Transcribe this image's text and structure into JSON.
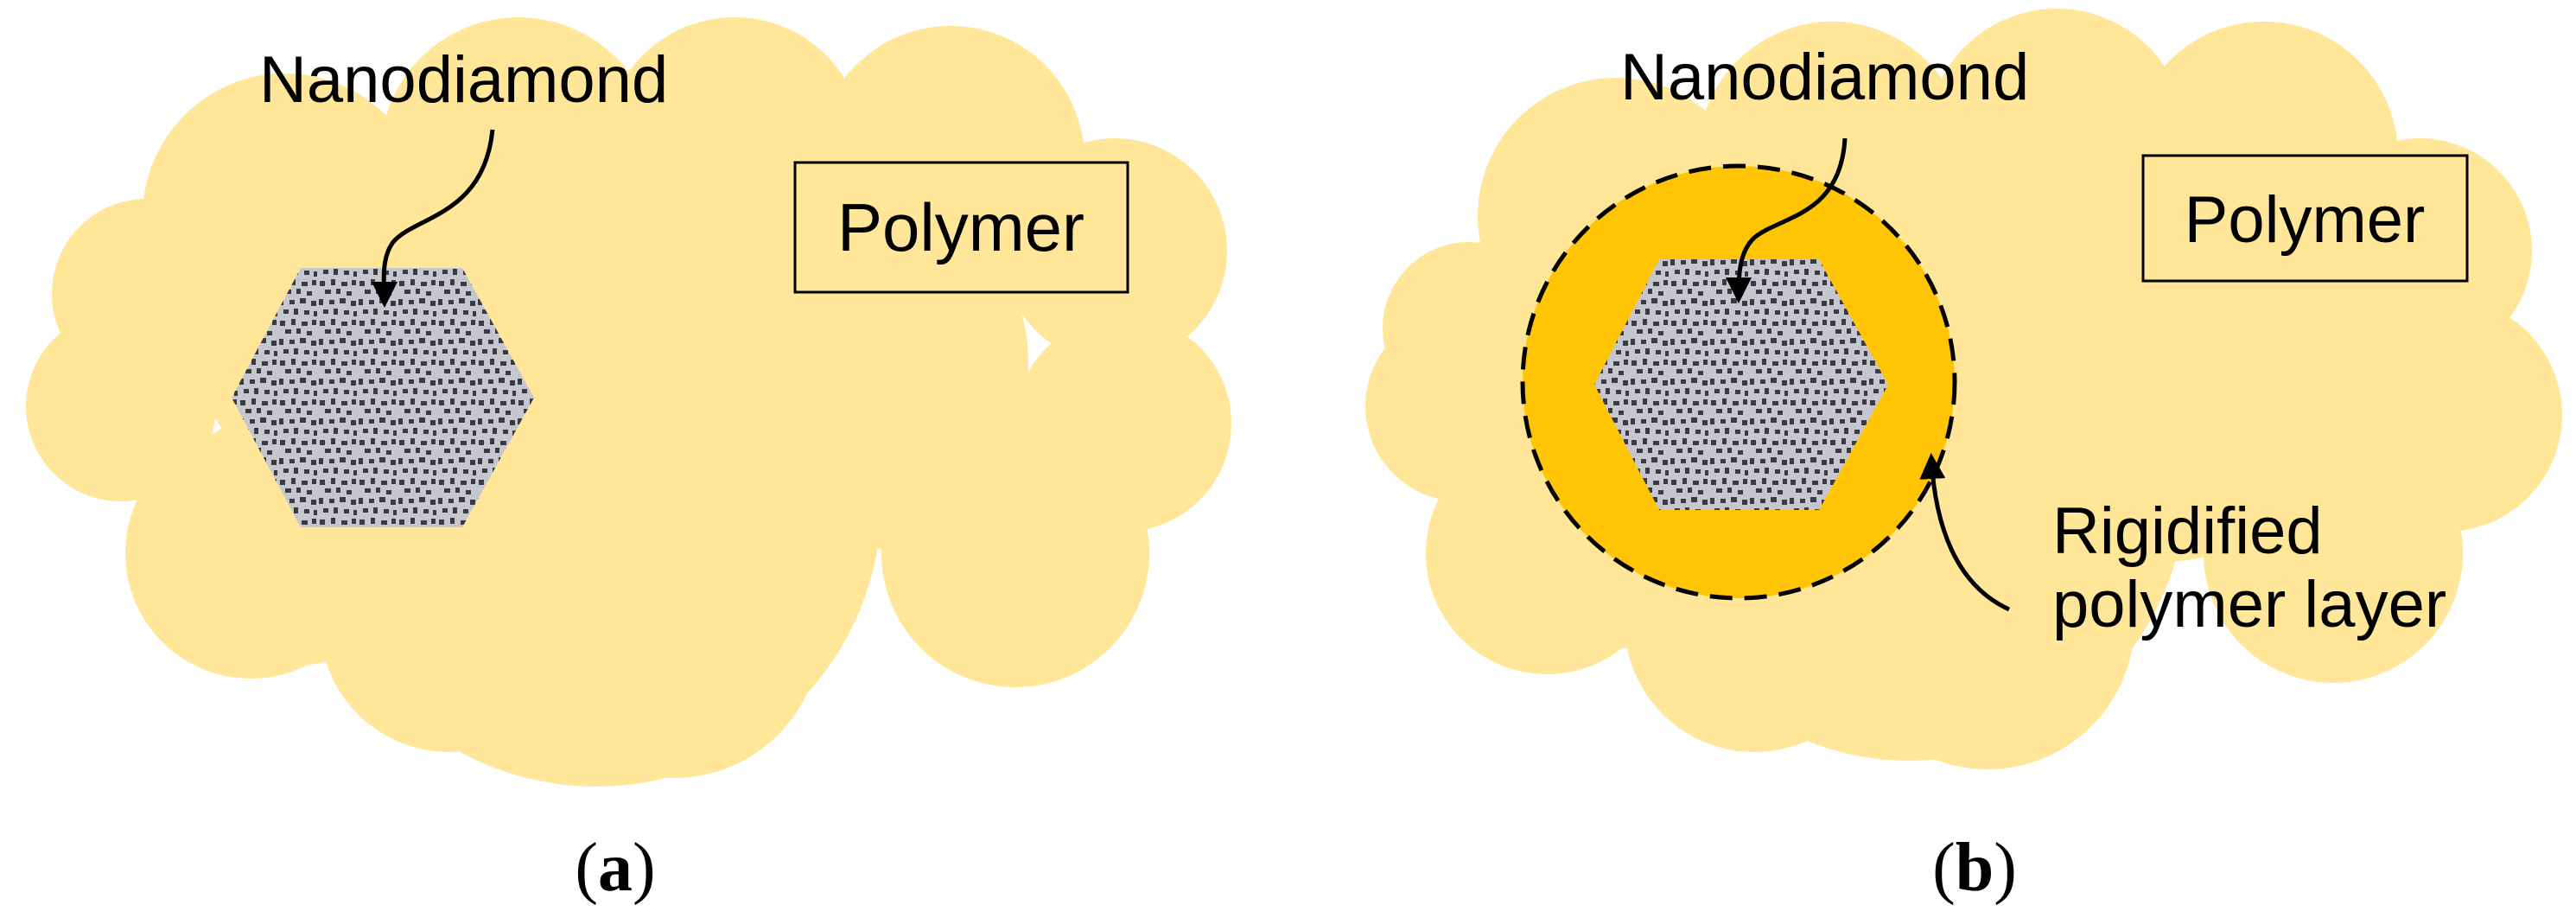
{
  "colors": {
    "polymer": "#FFE699",
    "rigid_layer": "#FFC505",
    "nanodiamond_base": "#C6C6CE",
    "nanodiamond_dots": "#3A3A42",
    "ink": "#000000",
    "background": "#FFFFFF"
  },
  "panels": [
    {
      "nanodiamond_label": "Nanodiamond",
      "polymer_label": "Polymer",
      "caption_open": "(",
      "caption_letter": "a",
      "caption_close": ")"
    },
    {
      "nanodiamond_label": "Nanodiamond",
      "polymer_label": "Polymer",
      "layer_label_line1": "Rigidified",
      "layer_label_line2": "polymer layer",
      "caption_open": "(",
      "caption_letter": "b",
      "caption_close": ")"
    }
  ]
}
